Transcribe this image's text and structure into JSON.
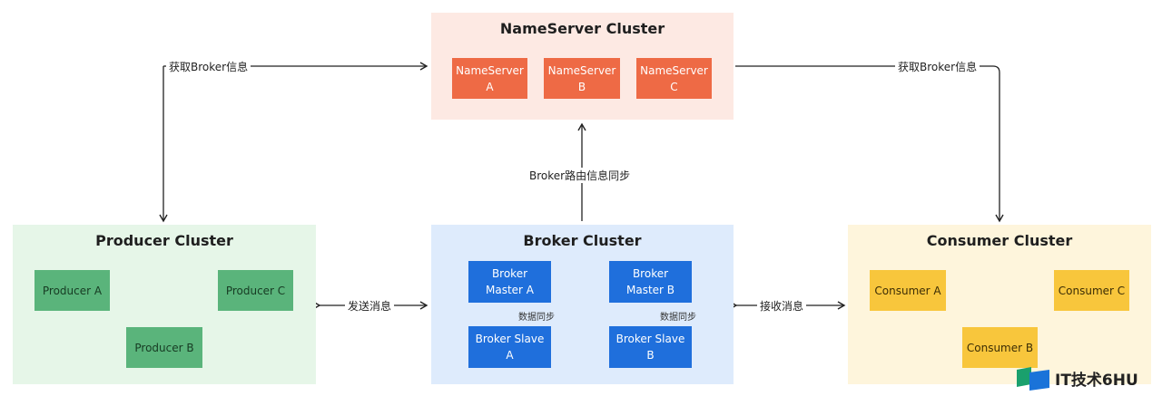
{
  "nameserver": {
    "title": "NameServer Cluster",
    "nodes": [
      "NameServer\nA",
      "NameServer\nB",
      "NameServer\nC"
    ]
  },
  "producer": {
    "title": "Producer Cluster",
    "nodes": [
      "Producer A",
      "Producer B",
      "Producer C"
    ]
  },
  "broker": {
    "title": "Broker Cluster",
    "master_a": "Broker\nMaster A",
    "master_b": "Broker\nMaster B",
    "slave_a": "Broker Slave\nA",
    "slave_b": "Broker Slave\nB",
    "sync_label": "数据同步"
  },
  "consumer": {
    "title": "Consumer Cluster",
    "nodes": [
      "Consumer A",
      "Consumer B",
      "Consumer C"
    ]
  },
  "edges": {
    "producer_get_info": "获取Broker信息",
    "consumer_get_info": "获取Broker信息",
    "broker_route_sync": "Broker路由信息同步",
    "send_message": "发送消息",
    "receive_message": "接收消息"
  },
  "watermark": {
    "text": "IT技术6HU"
  },
  "colors": {
    "nameserver_bg": "#fde9e3",
    "nameserver_node": "#ee6a45",
    "producer_bg": "#e6f6e8",
    "producer_node": "#5ab47b",
    "broker_bg": "#deebfc",
    "broker_node": "#1f6fdc",
    "consumer_bg": "#fef5dc",
    "consumer_node": "#f8c63c"
  }
}
